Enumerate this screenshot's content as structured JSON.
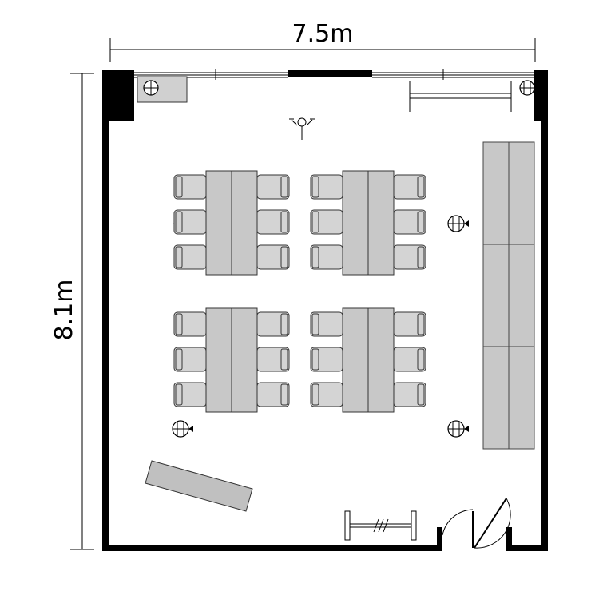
{
  "dimensions": {
    "width_label": "7.5m",
    "height_label": "8.1m"
  },
  "room": {
    "chair_groups": 4,
    "chairs_per_side": 3,
    "wall_color": "#000000",
    "furniture_color": "#c8c8c8"
  },
  "icons": [
    "outlet-icon",
    "ceiling-light-icon",
    "door-icon",
    "window-icon",
    "coat-rack-icon"
  ]
}
